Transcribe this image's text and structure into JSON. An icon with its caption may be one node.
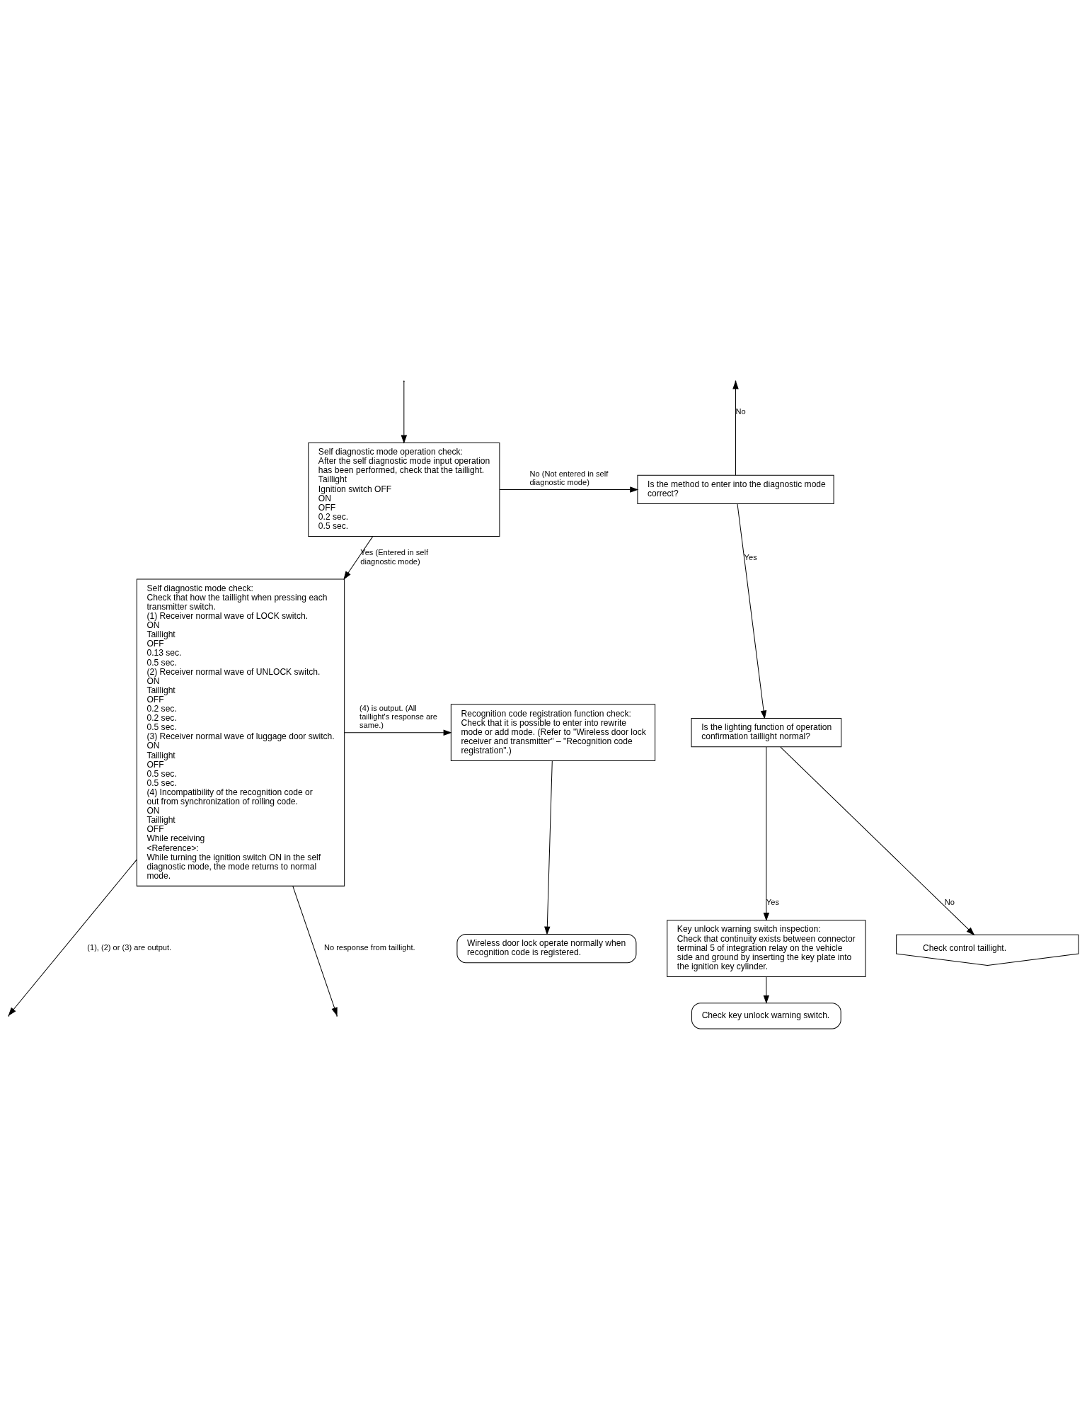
{
  "diagram": {
    "nodes": [
      {
        "text": [
          "Self diagnostic mode operation check:",
          "After the self diagnostic mode input operation has been performed, check that the taillight.",
          "Taillight",
          "Ignition switch OFF",
          "ON",
          "OFF",
          "0.2 sec.",
          "0.5 sec."
        ]
      },
      {
        "text": [
          "Is the method to enter into the diagnostic mode correct?"
        ]
      },
      {
        "text": [
          "Is the lighting function of operation confirmation taillight normal?"
        ]
      },
      {
        "text": [
          "Check control taillight."
        ]
      },
      {
        "text": [
          "Key unlock warning switch inspection:",
          "Check that continuity exists between connector terminal 5 of integration relay on the vehicle side and ground by inserting the key plate into the ignition key cylinder."
        ]
      },
      {
        "text": [
          "Check key unlock warning switch."
        ]
      },
      {
        "text": [
          "Self diagnostic mode check:",
          "Check that how the taillight when pressing each transmitter switch.",
          "(1) Receiver normal wave of LOCK switch.",
          "ON",
          "Taillight",
          "OFF",
          "0.13 sec.",
          "0.5 sec.",
          "(2) Receiver normal wave of UNLOCK switch.",
          "ON",
          "Taillight",
          "OFF",
          "0.2 sec.",
          "0.2 sec.",
          "0.5 sec.",
          "(3) Receiver normal wave of luggage door switch.",
          "ON",
          "Taillight",
          "OFF",
          "0.5 sec.",
          "0.5 sec.",
          "(4) Incompatibility of the recognition code or out from synchronization of rolling code.",
          "ON",
          "Taillight",
          "OFF",
          "While receiving",
          "<Reference>:",
          "While turning the ignition switch ON in the self diagnostic mode, the mode returns to normal mode."
        ]
      },
      {
        "text": [
          "Recognition code registration function check:",
          "Check that it is possible to enter into rewrite mode or add mode. (Refer to \"Wireless door lock receiver and transmitter\" – \"Recognition code registration\".)"
        ]
      },
      {
        "text": [
          "Wireless door lock operate normally when recognition code is registered."
        ]
      }
    ],
    "edges": [
      {
        "from": null,
        "to": 0,
        "arrow": "to"
      },
      {
        "from": 0,
        "to": 1,
        "arrow": "to",
        "label": "No (Not entered in self diagnostic mode)"
      },
      {
        "from": 1,
        "to": null,
        "arrow": "to",
        "label": "No"
      },
      {
        "from": 1,
        "to": 2,
        "arrow": "to",
        "label": "Yes"
      },
      {
        "from": 2,
        "to": 3,
        "arrow": "to",
        "label": "No"
      },
      {
        "from": 2,
        "to": 4,
        "arrow": "to",
        "label": "Yes"
      },
      {
        "from": 4,
        "to": 5,
        "arrow": "to"
      },
      {
        "from": 0,
        "to": 6,
        "arrow": "to",
        "label": "Yes (Entered in self diagnostic mode)"
      },
      {
        "from": 6,
        "to": 7,
        "arrow": "to",
        "label": "(4) is output. (All taillight's response are same.)"
      },
      {
        "from": 7,
        "to": 8,
        "arrow": "to"
      },
      {
        "from": 6,
        "to": null,
        "arrow": "to",
        "label": "(1), (2) or (3) are output."
      },
      {
        "from": 6,
        "to": null,
        "arrow": "to",
        "label": "No response from taillight."
      }
    ]
  }
}
